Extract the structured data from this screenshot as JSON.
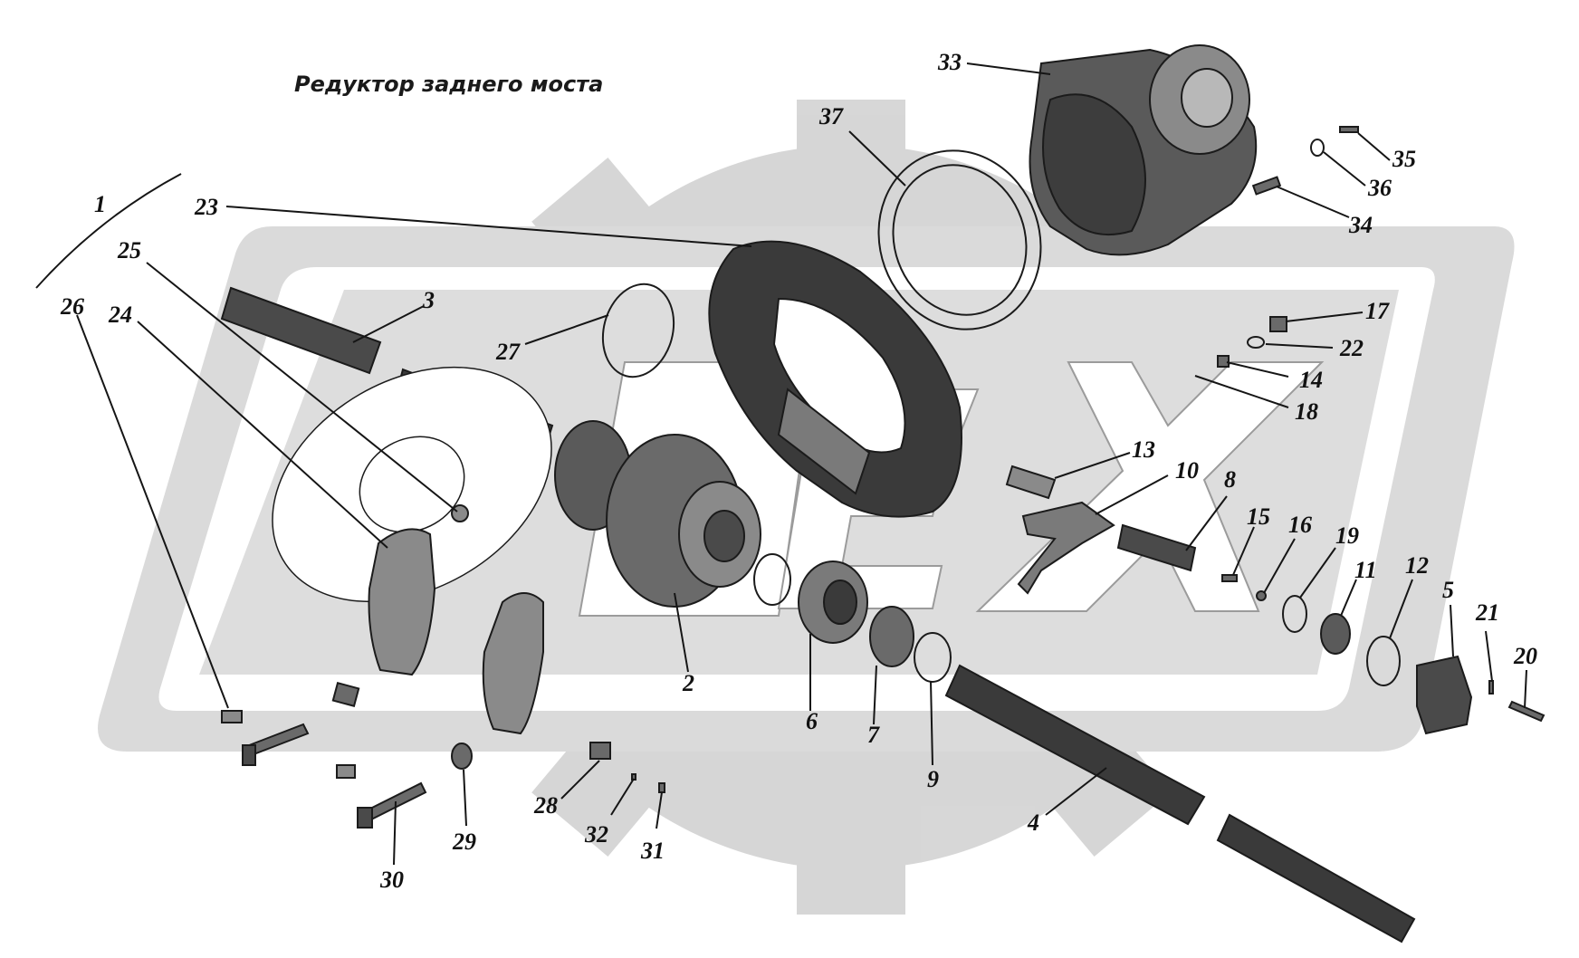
{
  "title": "Редуктор заднего моста",
  "colors": {
    "watermark": "#cfcfcf",
    "part_dark": "#3a3a3a",
    "part_mid": "#7a7a7a",
    "part_light": "#b5b5b5",
    "background": "#ffffff"
  },
  "watermark": {
    "logo": "gear-and-rounded-frame-logo",
    "letters": "OEX"
  },
  "callouts": [
    "1",
    "2",
    "3",
    "4",
    "5",
    "6",
    "7",
    "8",
    "9",
    "10",
    "11",
    "12",
    "13",
    "14",
    "15",
    "16",
    "17",
    "18",
    "19",
    "20",
    "21",
    "22",
    "23",
    "24",
    "25",
    "26",
    "27",
    "28",
    "29",
    "30",
    "31",
    "32",
    "33",
    "34",
    "35",
    "36",
    "37"
  ],
  "parts": [
    {
      "id": "carrier-housing",
      "callout": "23"
    },
    {
      "id": "differential-case",
      "callout": "33"
    },
    {
      "id": "gasket",
      "callout": "37"
    },
    {
      "id": "differential-assembly",
      "callout": "2"
    },
    {
      "id": "axle-shaft-short",
      "callout": "3"
    },
    {
      "id": "axle-shaft-long",
      "callout": "4"
    },
    {
      "id": "bearing-cap-left",
      "callout": "24"
    },
    {
      "id": "bearing-cap-right",
      "callout": "28"
    },
    {
      "id": "bearing",
      "callout": "6"
    },
    {
      "id": "bearing-small",
      "callout": "7"
    },
    {
      "id": "shift-fork",
      "callout": "10"
    },
    {
      "id": "fork-rod",
      "callout": "8"
    },
    {
      "id": "shift-block",
      "callout": "5"
    },
    {
      "id": "bolt",
      "callout": "30"
    }
  ]
}
